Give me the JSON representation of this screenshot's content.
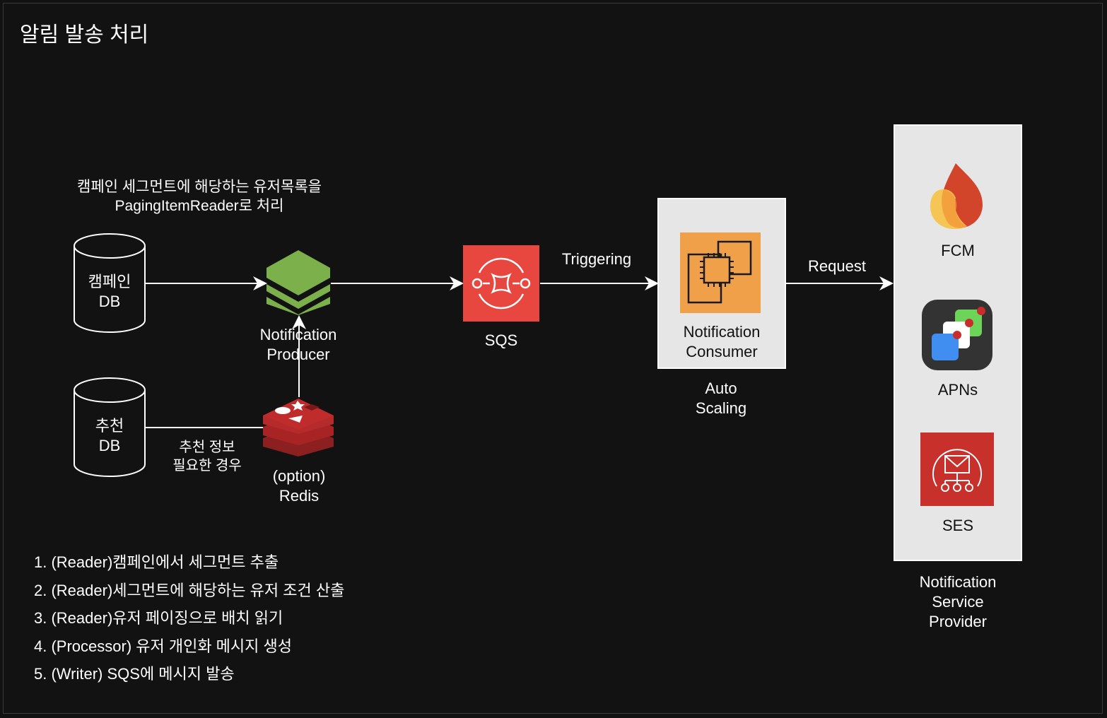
{
  "title": "알림 발송 처리",
  "reader_note": [
    "캠페인 세그먼트에 해당하는 유저목록을",
    "PagingItemReader로 처리"
  ],
  "campaign_db": [
    "캠페인",
    "DB"
  ],
  "recommend_db": [
    "추천",
    "DB"
  ],
  "producer": [
    "Notification",
    "Producer"
  ],
  "sqs": "SQS",
  "triggering": "Triggering",
  "consumer": [
    "Notification",
    "Consumer"
  ],
  "auto_scaling": [
    "Auto",
    "Scaling"
  ],
  "request": "Request",
  "redis_note": [
    "추천 정보",
    "필요한 경우"
  ],
  "redis": [
    "(option)",
    "Redis"
  ],
  "providers": {
    "fcm": "FCM",
    "apns": "APNs",
    "ses": "SES",
    "label": [
      "Notification",
      "Service",
      "Provider"
    ]
  },
  "steps": [
    "1. (Reader)캠페인에서 세그먼트 추출",
    "2. (Reader)세그먼트에 해당하는 유저 조건 산출",
    "3. (Reader)유저 페이징으로 배치 읽기",
    "4. (Processor) 유저 개인화 메시지 생성",
    "5. (Writer) SQS에 메시지 발송"
  ],
  "colors": {
    "background": "#121212",
    "producer": "#7cb04b",
    "sqs": "#e8473f",
    "consumer": "#f0a048",
    "redis": "#a82424",
    "ses": "#c8302c"
  }
}
